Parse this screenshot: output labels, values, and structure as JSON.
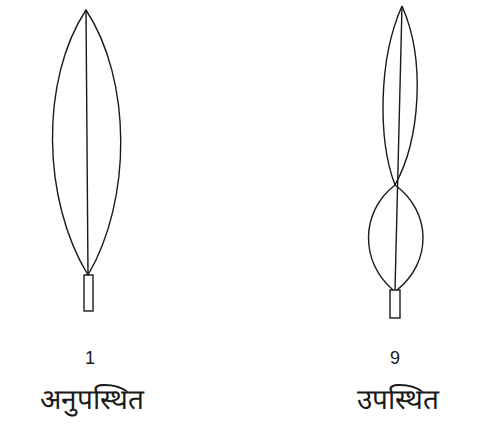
{
  "diagram": {
    "labels": [
      "1",
      "9",
      "अनुपस्थित",
      "उपस्थित"
    ]
  }
}
